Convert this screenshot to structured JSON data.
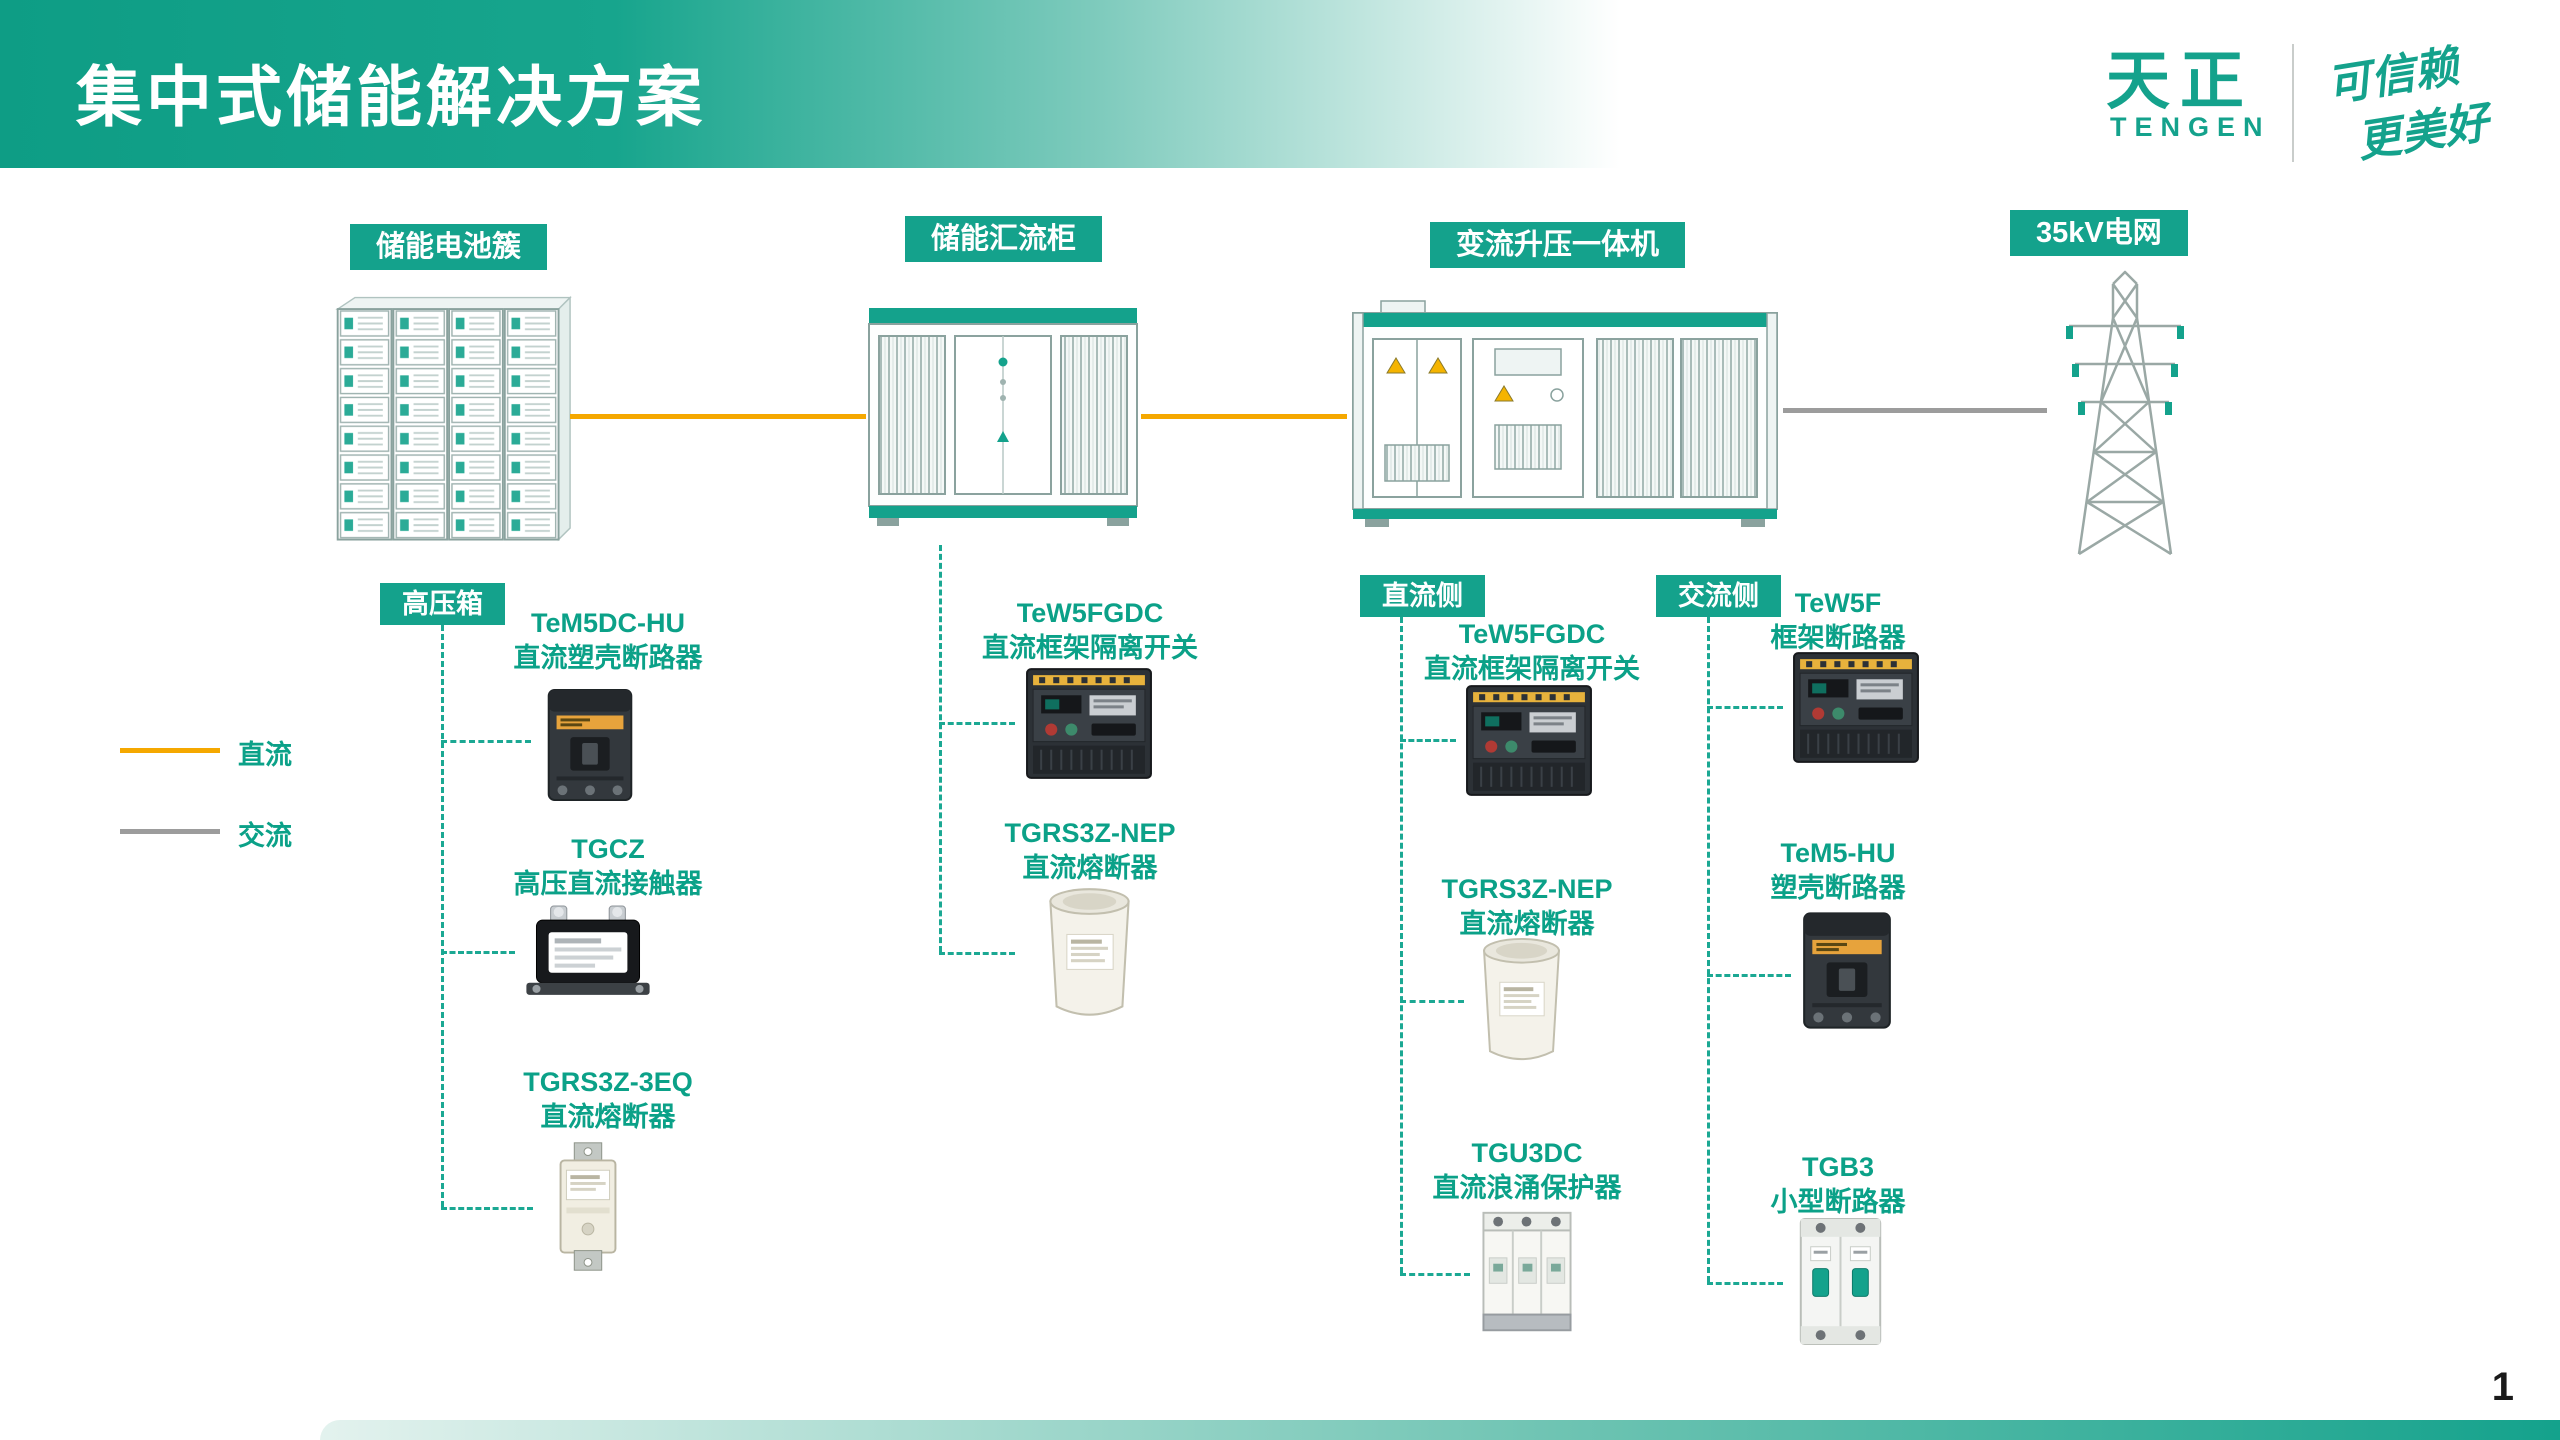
{
  "slide": {
    "title": "集中式储能解决方案",
    "page_number": "1"
  },
  "logo": {
    "brand_cn": "天正",
    "brand_en": "TENGEN",
    "slogan_line1": "可信赖",
    "slogan_line2": "更美好"
  },
  "legend": {
    "dc": {
      "label": "直流",
      "color": "#F5A800"
    },
    "ac": {
      "label": "交流",
      "color": "#9C9C9C"
    }
  },
  "stations": {
    "battery": {
      "label": "储能电池簇"
    },
    "combiner": {
      "label": "储能汇流柜"
    },
    "pcs": {
      "label": "变流升压一体机"
    },
    "grid": {
      "label": "35kV电网"
    }
  },
  "sections": {
    "hv_box": "高压箱",
    "dc_side": "直流侧",
    "ac_side": "交流侧"
  },
  "products": {
    "battery_group": [
      {
        "model": "TeM5DC-HU",
        "name": "直流塑壳断路器"
      },
      {
        "model": "TGCZ",
        "name": "高压直流接触器"
      },
      {
        "model": "TGRS3Z-3EQ",
        "name": "直流熔断器"
      }
    ],
    "combiner_group": [
      {
        "model": "TeW5FGDC",
        "name": "直流框架隔离开关"
      },
      {
        "model": "TGRS3Z-NEP",
        "name": "直流熔断器"
      }
    ],
    "dc_side_group": [
      {
        "model": "TeW5FGDC",
        "name": "直流框架隔离开关"
      },
      {
        "model": "TGRS3Z-NEP",
        "name": "直流熔断器"
      },
      {
        "model": "TGU3DC",
        "name": "直流浪涌保护器"
      }
    ],
    "ac_side_group": [
      {
        "model": "TeW5F",
        "name": "框架断路器"
      },
      {
        "model": "TeM5-HU",
        "name": "塑壳断路器"
      },
      {
        "model": "TGB3",
        "name": "小型断路器"
      }
    ]
  },
  "colors": {
    "brand_teal": "#14A28C",
    "dc_line": "#F5A800",
    "ac_line": "#9C9C9C",
    "product_text": "#0BA188"
  }
}
